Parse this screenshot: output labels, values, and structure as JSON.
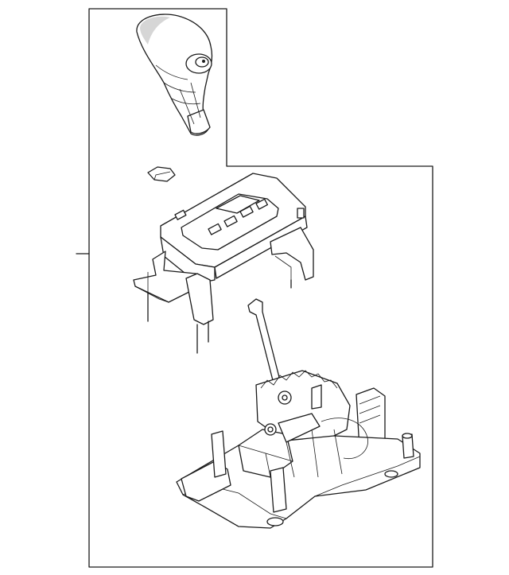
{
  "diagram": {
    "parts": [
      {
        "name": "shift-knob"
      },
      {
        "name": "knob-cap"
      },
      {
        "name": "shift-indicator-bezel"
      },
      {
        "name": "shifter-base-assembly"
      }
    ],
    "colors": {
      "line": "#1a1a1a",
      "shading": "#d6d6d6",
      "background": "#ffffff"
    }
  }
}
